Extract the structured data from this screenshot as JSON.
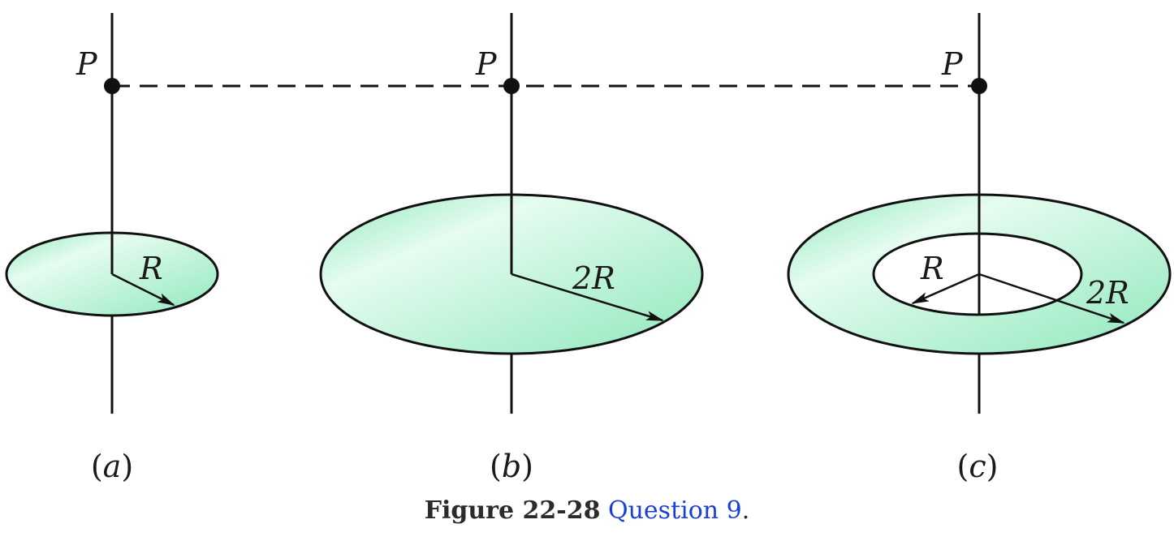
{
  "diagram": {
    "point_label": "P",
    "panels": [
      {
        "id": "a",
        "label_letter": "a",
        "radius_labels": [
          "R"
        ]
      },
      {
        "id": "b",
        "label_letter": "b",
        "radius_labels": [
          "2R"
        ]
      },
      {
        "id": "c",
        "label_letter": "c",
        "radius_labels": [
          "R",
          "2R"
        ]
      }
    ],
    "colors": {
      "fill_light": "#e6fcf0",
      "fill_dark": "#8fe8bc",
      "stroke": "#111111"
    }
  },
  "caption": {
    "figure_number": "Figure 22-28",
    "link_text": "Question 9",
    "suffix": "."
  }
}
